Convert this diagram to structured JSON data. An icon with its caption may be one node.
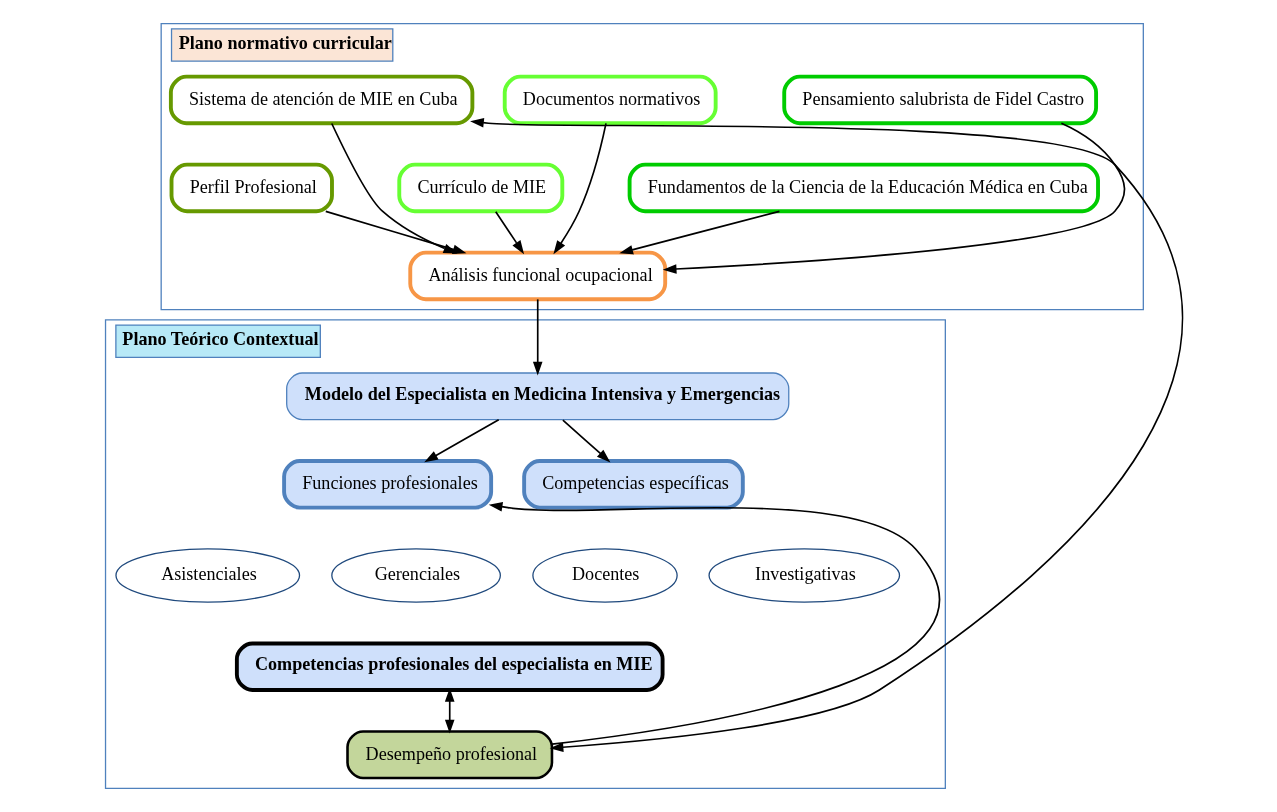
{
  "diagram": {
    "nodes": [
      {
        "text": [
          "Plano normativo curricular"
        ]
      },
      {
        "text": [
          "Pensamiento salubrista de Fidel Castro"
        ],
        "in": 0
      },
      {
        "text": [
          "Documentos normativos"
        ],
        "in": 0
      },
      {
        "text": [
          "Sistema de atención de MIE en Cuba"
        ],
        "in": 0
      },
      {
        "text": [
          "Fundamentos de la Ciencia de la Educación Médica en Cuba"
        ],
        "in": 0
      },
      {
        "text": [
          "Currículo de MIE"
        ],
        "in": 0
      },
      {
        "text": [
          "Perfil Profesional"
        ],
        "in": 0
      },
      {
        "text": [
          "Análisis funcional ocupacional"
        ],
        "in": 0
      },
      {
        "text": [
          "Plano Teórico Contextual"
        ]
      },
      {
        "text": [
          "Modelo del Especialista en Medicina Intensiva y Emergencias"
        ],
        "in": 8
      },
      {
        "text": [
          "Funciones profesionales"
        ],
        "in": 8
      },
      {
        "text": [
          "Competencias específicas"
        ],
        "in": 8
      },
      {
        "text": [
          "Asistenciales"
        ],
        "in": 8
      },
      {
        "text": [
          "Gerenciales"
        ],
        "in": 8
      },
      {
        "text": [
          "Docentes"
        ],
        "in": 8
      },
      {
        "text": [
          "Investigativas"
        ],
        "in": 8
      },
      {
        "text": [
          "Competencias profesionales del especialista en MIE"
        ],
        "in": 8
      },
      {
        "text": [
          "Desempeño profesional"
        ],
        "in": 8
      }
    ],
    "edges": [
      {
        "from": 1,
        "to": 7,
        "arrow": "to"
      },
      {
        "from": 4,
        "to": 7,
        "arrow": "to"
      },
      {
        "from": 2,
        "to": 7,
        "arrow": "to"
      },
      {
        "from": 5,
        "to": 7,
        "arrow": "to"
      },
      {
        "from": 3,
        "to": 7,
        "arrow": "to"
      },
      {
        "from": 6,
        "to": 7,
        "arrow": "to"
      },
      {
        "from": 7,
        "to": 9,
        "arrow": "to"
      },
      {
        "from": 9,
        "to": 10,
        "arrow": "to"
      },
      {
        "from": 9,
        "to": 11,
        "arrow": "to"
      },
      {
        "from": 16,
        "to": 17,
        "arrow": "both"
      },
      {
        "from": 17,
        "to": 10,
        "arrow": "to"
      },
      {
        "from": 17,
        "to": 3,
        "arrow": "both"
      }
    ]
  }
}
